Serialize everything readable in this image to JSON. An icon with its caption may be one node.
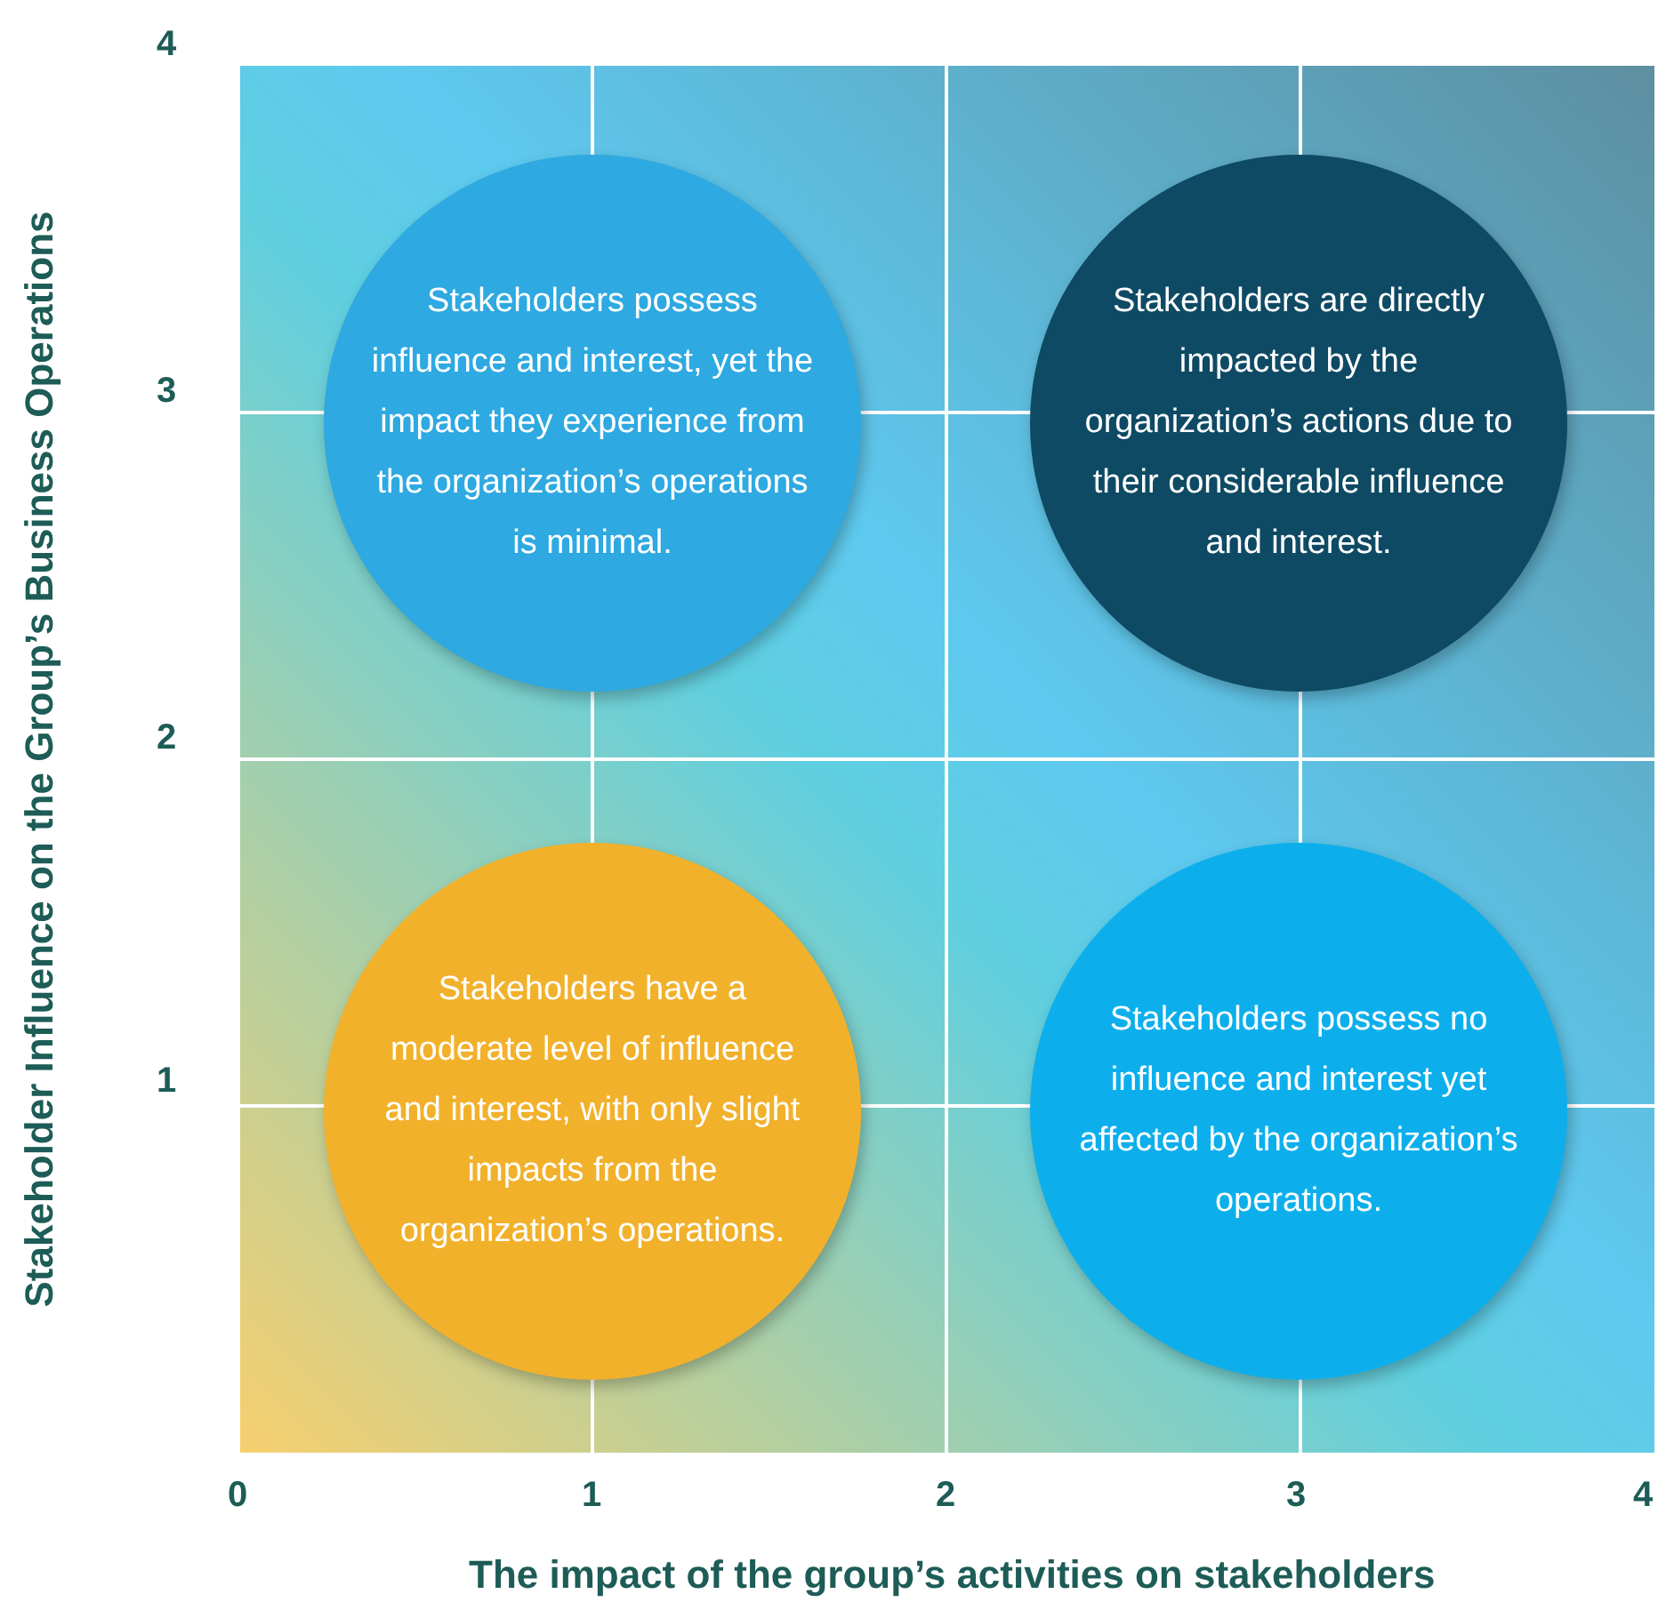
{
  "diagram": {
    "nodes": [
      {
        "text": [
          "Stakeholders possess influence and interest, yet the impact they experience from the organization’s operations is minimal."
        ]
      },
      {
        "text": [
          "Stakeholders are directly impacted by the organization’s actions due to their considerable influence and interest."
        ]
      },
      {
        "text": [
          "Stakeholders have a moderate level of influence and interest, with only slight impacts from the organization’s operations."
        ]
      },
      {
        "text": [
          "Stakeholders possess no influence and interest yet affected by the organization’s operations."
        ]
      }
    ],
    "labels": [
      "4",
      "3",
      "2",
      "1",
      "0",
      "1",
      "2",
      "3",
      "4",
      "Stakeholder Influence on the Group’s Business Operations",
      "The impact of the group’s activities on stakeholders"
    ]
  }
}
